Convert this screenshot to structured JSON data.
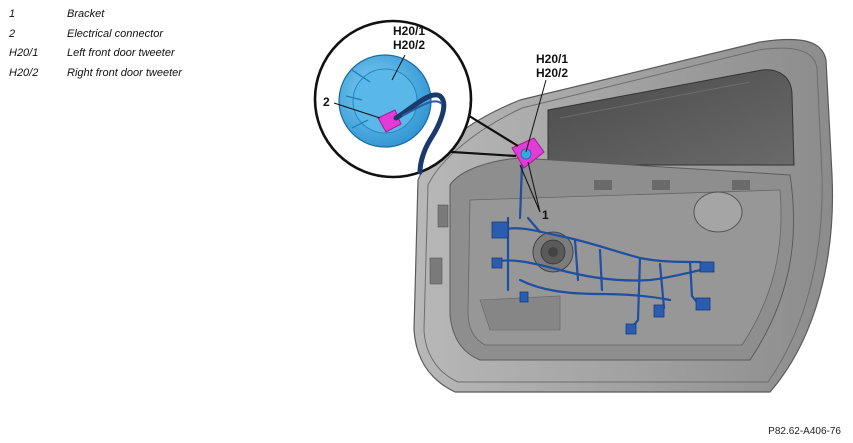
{
  "legend": [
    {
      "key": "1",
      "text": "Bracket"
    },
    {
      "key": "2",
      "text": "Electrical connector"
    },
    {
      "key": "H20/1",
      "text": "Left front door tweeter"
    },
    {
      "key": "H20/2",
      "text": "Right front door tweeter"
    }
  ],
  "callouts": {
    "detail_h20_1": "H20/1",
    "detail_h20_2": "H20/2",
    "detail_item_2": "2",
    "door_h20_1": "H20/1",
    "door_h20_2": "H20/2",
    "door_item_1": "1"
  },
  "figure_id": "P82.62-A406-76",
  "colors": {
    "door_panel": "#9a9a9a",
    "door_inner": "#8a8a8a",
    "window": "#555555",
    "harness": "#1f4fa0",
    "highlight": "#e23bd6",
    "tweeter": "#3aa6e0",
    "cable": "#1a3a6e"
  }
}
